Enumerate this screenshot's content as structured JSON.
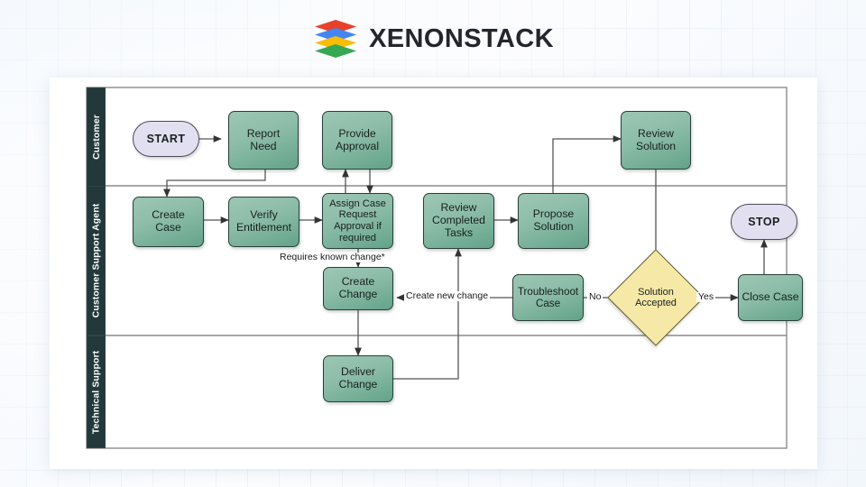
{
  "header": {
    "brand_text": "XENONSTACK",
    "logo_icon": "stacked-layers-icon",
    "logo_colors": [
      "#e8402a",
      "#4285f4",
      "#fbbc05",
      "#34a853"
    ]
  },
  "diagram": {
    "type": "swimlane-flowchart",
    "colors": {
      "process_fill_light": "#9cc6b4",
      "process_fill_dark": "#63a389",
      "process_border": "#2a3f3a",
      "terminator_fill": "#e2e0f0",
      "terminator_border": "#4c4c58",
      "decision_fill": "#f6e9a8",
      "decision_border": "#5d5a34",
      "lane_header_fill": "#23383a",
      "lane_header_text": "#ffffff",
      "connector": "#555555",
      "card_bg": "#ffffff"
    },
    "lanes": [
      {
        "id": "lane-customer",
        "label": "Customer"
      },
      {
        "id": "lane-support-agent",
        "label": "Customer Support Agent"
      },
      {
        "id": "lane-technical-support",
        "label": "Technical Support"
      }
    ],
    "nodes": [
      {
        "id": "start",
        "label": "START",
        "shape": "terminator",
        "lane": "Customer"
      },
      {
        "id": "report-need",
        "label": "Report\nNeed",
        "shape": "process",
        "lane": "Customer"
      },
      {
        "id": "provide-approval",
        "label": "Provide\nApproval",
        "shape": "process",
        "lane": "Customer"
      },
      {
        "id": "review-solution",
        "label": "Review\nSolution",
        "shape": "process",
        "lane": "Customer"
      },
      {
        "id": "create-case",
        "label": "Create\nCase",
        "shape": "process",
        "lane": "Customer Support Agent"
      },
      {
        "id": "verify-entitlement",
        "label": "Verify\nEntitlement",
        "shape": "process",
        "lane": "Customer Support Agent"
      },
      {
        "id": "assign-case",
        "label": "Assign Case\nRequest\nApproval if\nrequired",
        "shape": "process",
        "lane": "Customer Support Agent"
      },
      {
        "id": "review-completed",
        "label": "Review\nCompleted\nTasks",
        "shape": "process",
        "lane": "Customer Support Agent"
      },
      {
        "id": "propose-solution",
        "label": "Propose\nSolution",
        "shape": "process",
        "lane": "Customer Support Agent"
      },
      {
        "id": "stop",
        "label": "STOP",
        "shape": "terminator",
        "lane": "Customer Support Agent"
      },
      {
        "id": "create-change",
        "label": "Create\nChange",
        "shape": "process",
        "lane": "Customer Support Agent"
      },
      {
        "id": "troubleshoot-case",
        "label": "Troubleshoot\nCase",
        "shape": "process",
        "lane": "Customer Support Agent"
      },
      {
        "id": "solution-accepted",
        "label": "Solution\nAccepted",
        "shape": "decision",
        "lane": "Customer Support Agent"
      },
      {
        "id": "close-case",
        "label": "Close Case",
        "shape": "process",
        "lane": "Customer Support Agent"
      },
      {
        "id": "deliver-change",
        "label": "Deliver\nChange",
        "shape": "process",
        "lane": "Technical Support"
      }
    ],
    "edge_labels": [
      {
        "id": "edge-requires-known-change",
        "text": "Requires known change*"
      },
      {
        "id": "edge-create-new-change",
        "text": "Create new change"
      },
      {
        "id": "edge-no",
        "text": "No"
      },
      {
        "id": "edge-yes",
        "text": "Yes"
      }
    ],
    "edges": [
      {
        "from": "start",
        "to": "report-need"
      },
      {
        "from": "report-need",
        "to": "create-case"
      },
      {
        "from": "create-case",
        "to": "verify-entitlement"
      },
      {
        "from": "verify-entitlement",
        "to": "assign-case"
      },
      {
        "from": "assign-case",
        "to": "provide-approval"
      },
      {
        "from": "provide-approval",
        "to": "assign-case"
      },
      {
        "from": "assign-case",
        "to": "create-change",
        "label": "Requires known change*"
      },
      {
        "from": "create-change",
        "to": "deliver-change"
      },
      {
        "from": "deliver-change",
        "to": "review-completed"
      },
      {
        "from": "review-completed",
        "to": "propose-solution"
      },
      {
        "from": "propose-solution",
        "to": "review-solution"
      },
      {
        "from": "review-solution",
        "to": "solution-accepted"
      },
      {
        "from": "solution-accepted",
        "to": "troubleshoot-case",
        "label": "No"
      },
      {
        "from": "solution-accepted",
        "to": "close-case",
        "label": "Yes"
      },
      {
        "from": "troubleshoot-case",
        "to": "create-change",
        "label": "Create new change"
      },
      {
        "from": "close-case",
        "to": "stop"
      }
    ]
  }
}
